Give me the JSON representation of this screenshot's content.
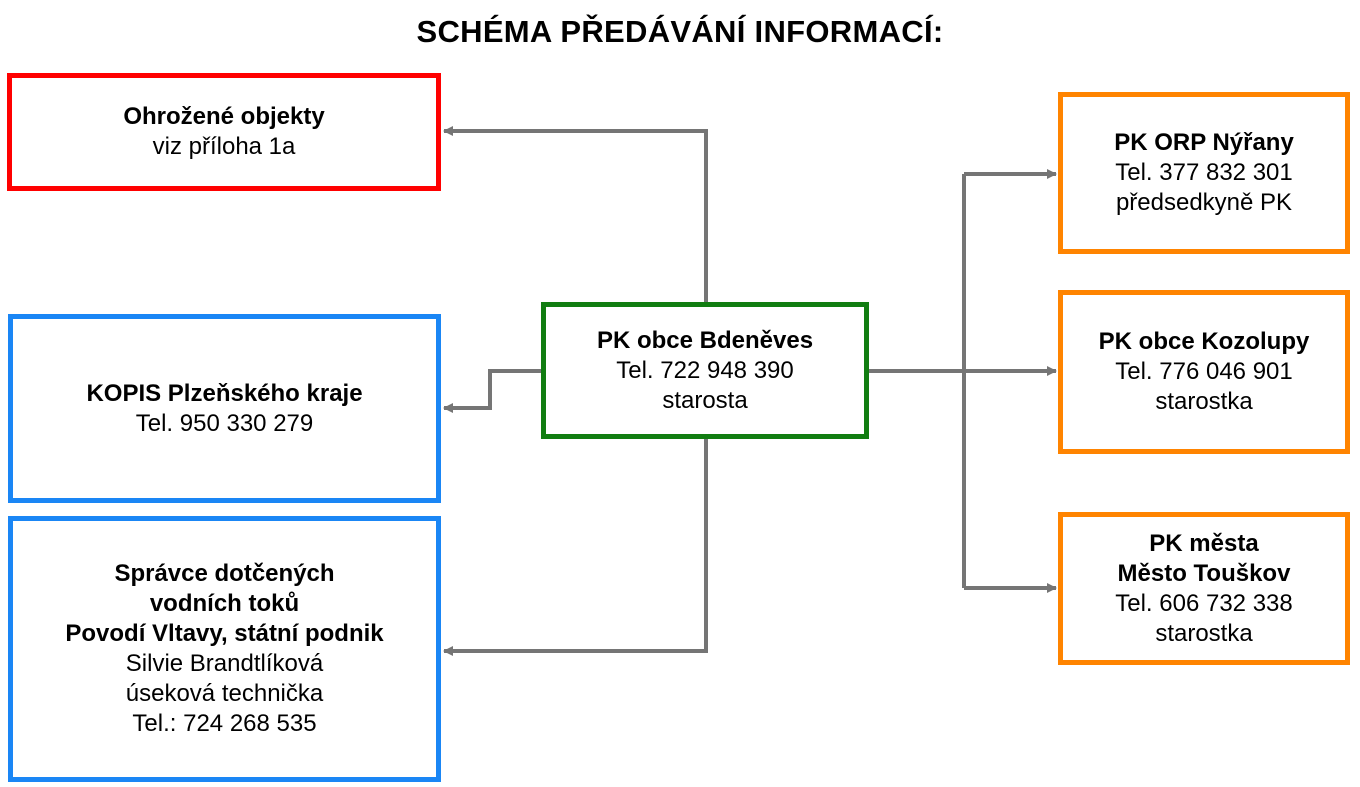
{
  "title": "SCHÉMA PŘEDÁVÁNÍ INFORMACÍ:",
  "colors": {
    "red": "#ff0000",
    "blue": "#1a86f5",
    "green": "#117d11",
    "orange": "#ff8400",
    "connector": "#757575"
  },
  "nodes": {
    "ohrozene": {
      "bold": [
        "Ohrožené objekty"
      ],
      "normal": [
        "viz příloha 1a"
      ]
    },
    "kopis": {
      "bold": [
        "KOPIS Plzeňského kraje"
      ],
      "normal": [
        "Tel. 950 330 279"
      ]
    },
    "spravce": {
      "bold": [
        "Správce dotčených",
        "vodních toků",
        "Povodí Vltavy, státní podnik"
      ],
      "normal": [
        "Silvie Brandtlíková",
        "úseková technička",
        "Tel.: 724 268 535"
      ]
    },
    "center": {
      "bold": [
        "PK obce Bdeněves"
      ],
      "normal": [
        "Tel. 722 948 390",
        "starosta"
      ]
    },
    "orp": {
      "bold": [
        "PK ORP Nýřany"
      ],
      "normal": [
        "Tel. 377 832 301",
        "předsedkyně PK"
      ]
    },
    "kozolupy": {
      "bold": [
        "PK obce Kozolupy"
      ],
      "normal": [
        "Tel. 776 046 901",
        "starostka"
      ]
    },
    "touskov": {
      "bold": [
        "PK města",
        "Město Touškov"
      ],
      "normal": [
        "Tel. 606 732 338",
        "starostka"
      ]
    }
  }
}
